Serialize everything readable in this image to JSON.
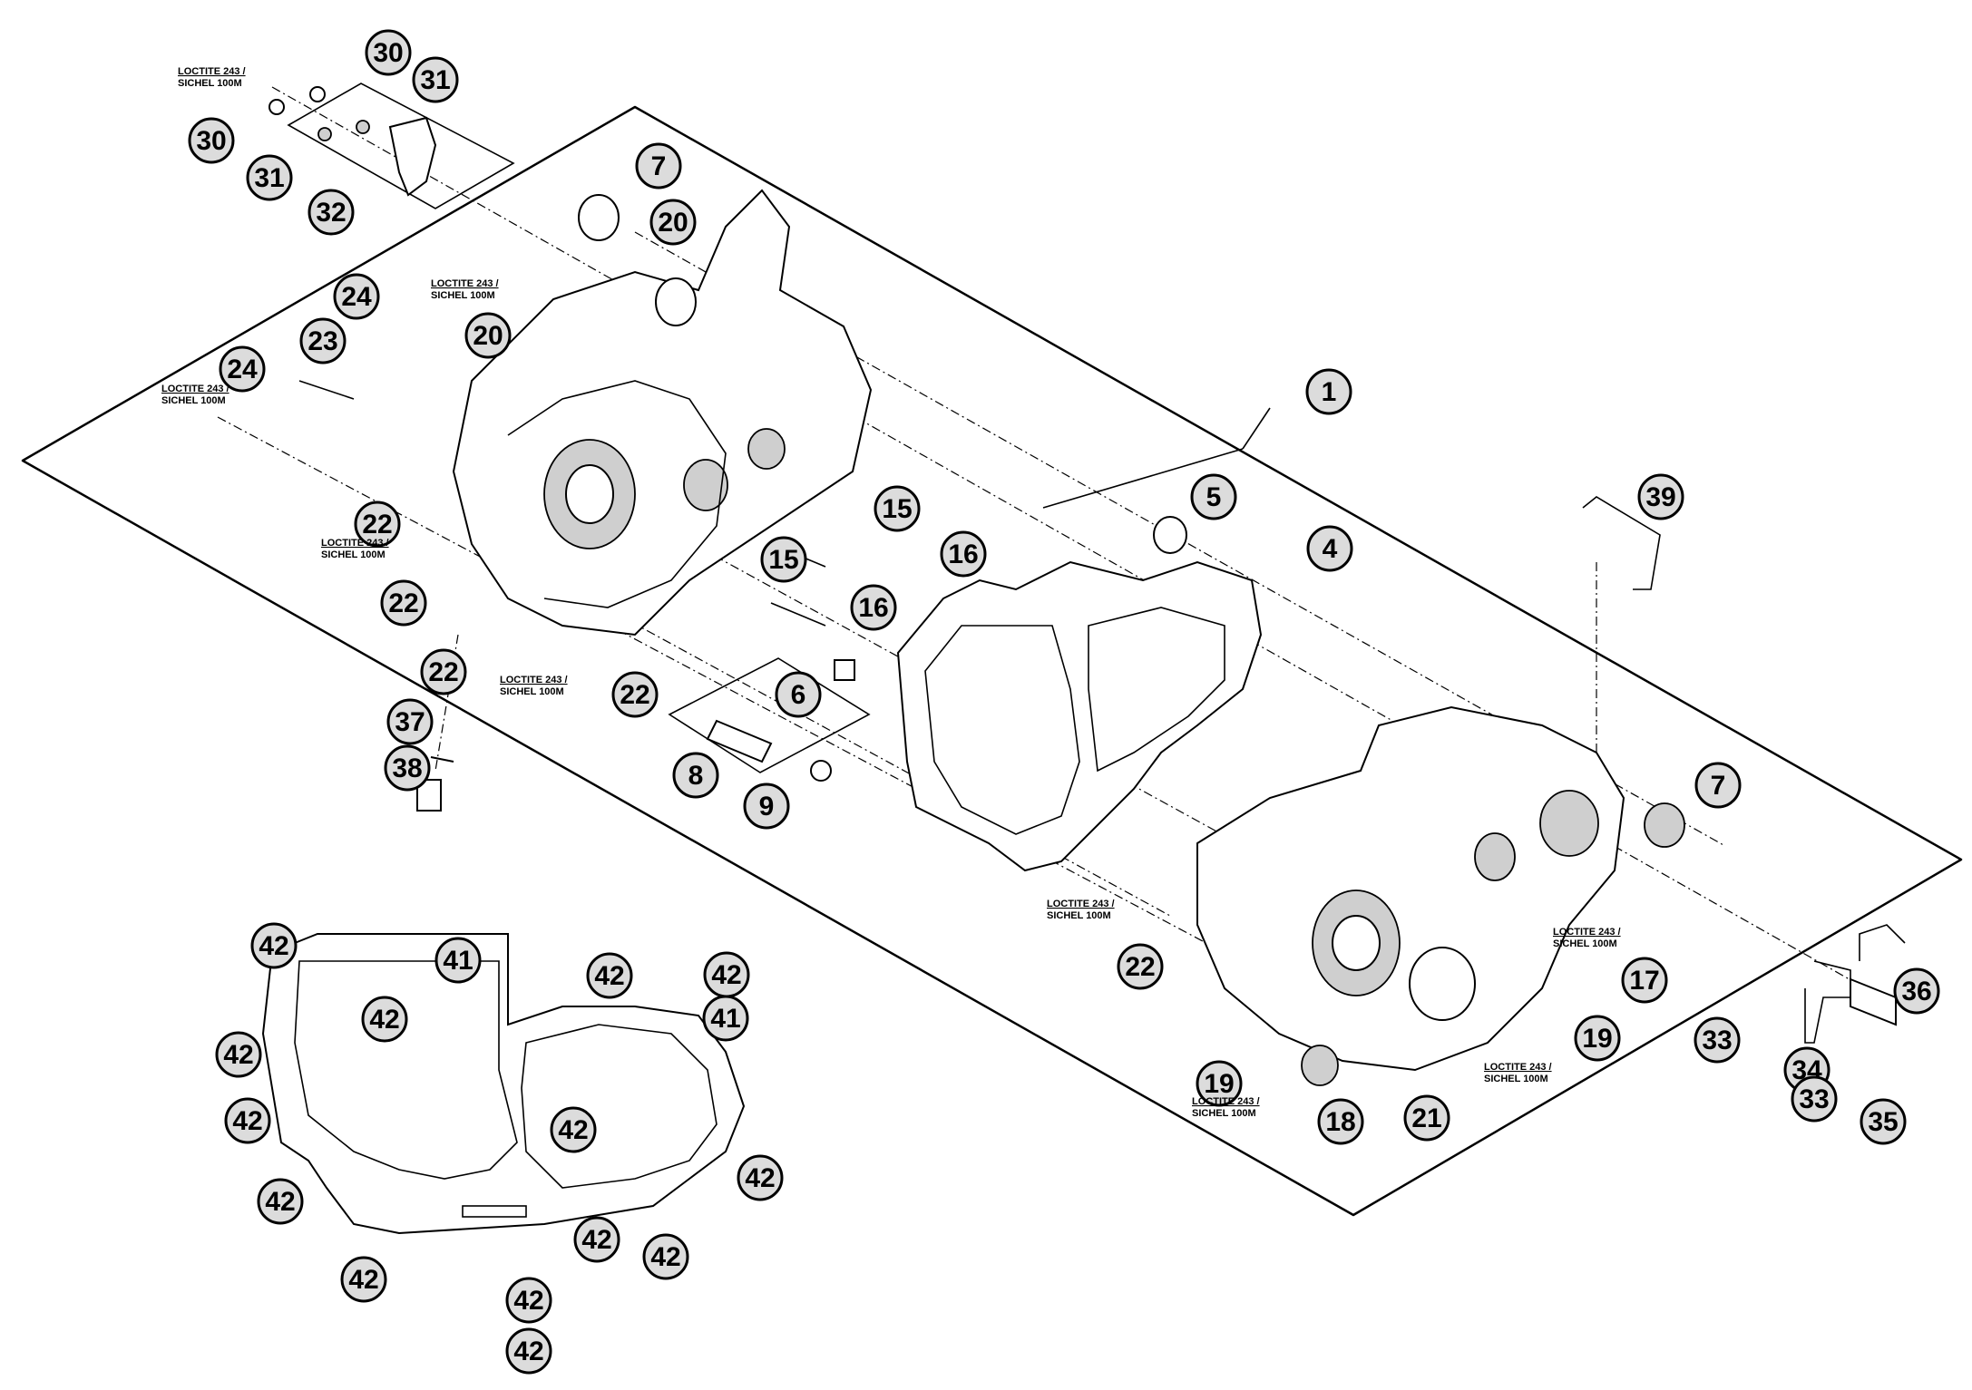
{
  "callouts": [
    "30",
    "31",
    "30",
    "31",
    "32",
    "7",
    "20",
    "24",
    "23",
    "20",
    "24",
    "1",
    "22",
    "22",
    "22",
    "22",
    "15",
    "15",
    "16",
    "16",
    "5",
    "4",
    "39",
    "6",
    "37",
    "38",
    "8",
    "9",
    "7",
    "22",
    "17",
    "36",
    "19",
    "33",
    "34",
    "33",
    "35",
    "19",
    "18",
    "21",
    "42",
    "41",
    "42",
    "42",
    "42",
    "41",
    "42",
    "42",
    "42",
    "42",
    "42",
    "42",
    "42",
    "42",
    "42",
    "42"
  ],
  "notes": [
    {
      "line1": "LOCTITE 243 /",
      "line2": "SICHEL 100M"
    },
    {
      "line1": "LOCTITE 243 /",
      "line2": "SICHEL 100M"
    },
    {
      "line1": "LOCTITE 243 /",
      "line2": "SICHEL 100M"
    },
    {
      "line1": "LOCTITE 243 /",
      "line2": "SICHEL 100M"
    },
    {
      "line1": "LOCTITE 243 /",
      "line2": "SICHEL 100M"
    },
    {
      "line1": "LOCTITE 243 /",
      "line2": "SICHEL 100M"
    },
    {
      "line1": "LOCTITE 243 /",
      "line2": "SICHEL 100M"
    },
    {
      "line1": "LOCTITE 243 /",
      "line2": "SICHEL 100M"
    },
    {
      "line1": "LOCTITE 243 /",
      "line2": "SICHEL 100M"
    }
  ]
}
